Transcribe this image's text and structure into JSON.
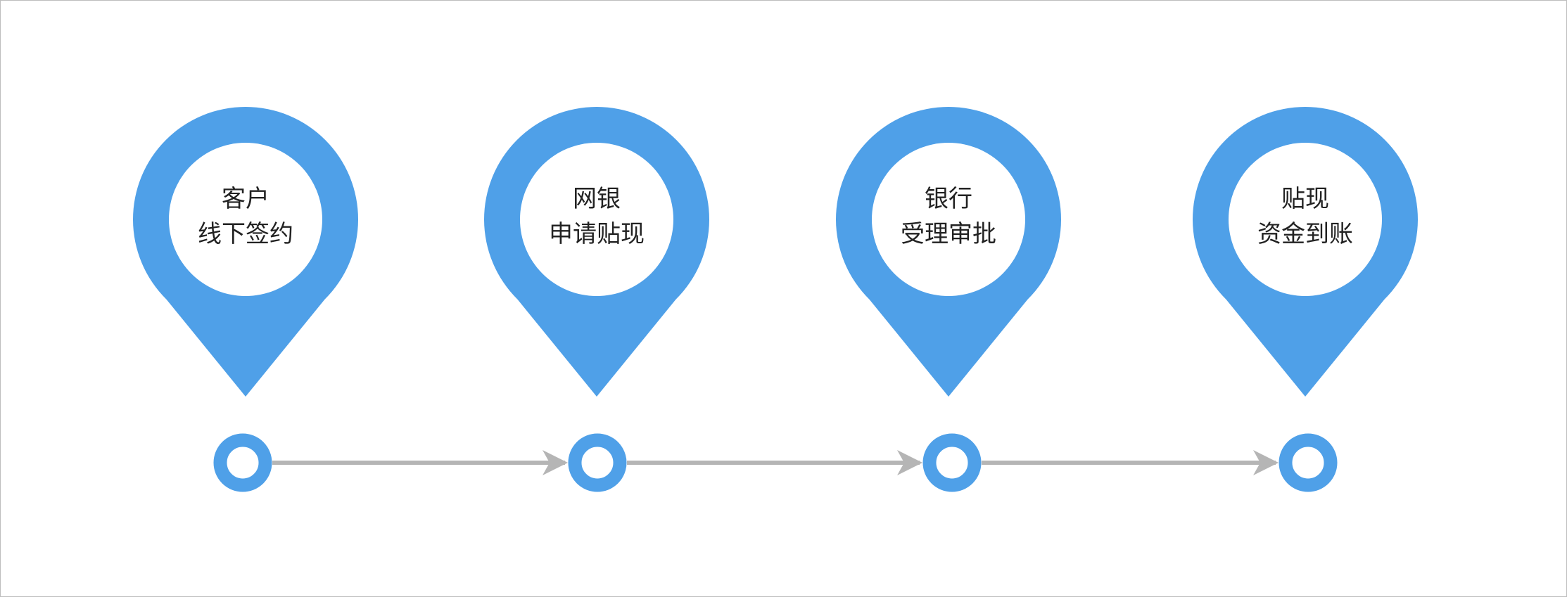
{
  "colors": {
    "accent": "#4fa0e8",
    "connector": "#b5b5b5",
    "text": "#222222"
  },
  "steps": [
    {
      "line1": "客户",
      "line2": "线下签约"
    },
    {
      "line1": "网银",
      "line2": "申请贴现"
    },
    {
      "line1": "银行",
      "line2": "受理审批"
    },
    {
      "line1": "贴现",
      "line2": "资金到账"
    }
  ]
}
